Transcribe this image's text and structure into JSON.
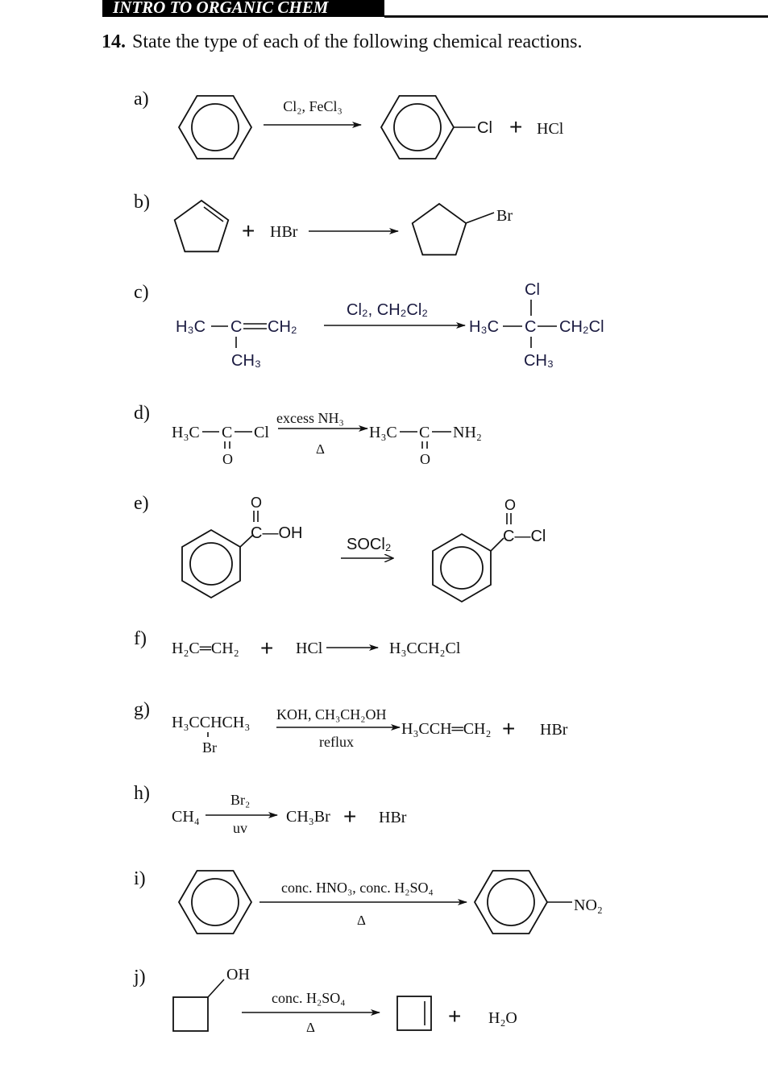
{
  "header": {
    "title": "INTRO TO ORGANIC CHEM"
  },
  "question": {
    "number": "14.",
    "text": "State the type of each of the following chemical reactions."
  },
  "reactions": {
    "a": {
      "label": "a)",
      "reagent": "Cl₂, FeCl₃",
      "product_sub": "Cl",
      "plus": "+",
      "byproduct": "HCl"
    },
    "b": {
      "label": "b)",
      "plus": "+",
      "reactant2": "HBr",
      "product_sub": "Br"
    },
    "c": {
      "label": "c)",
      "r_left": "H₃C",
      "r_c": "C",
      "r_right": "CH₂",
      "r_down": "CH₃",
      "reagent": "Cl₂, CH₂Cl₂",
      "p_left": "H₃C",
      "p_c": "C",
      "p_right": "CH₂Cl",
      "p_up": "Cl",
      "p_down": "CH₃"
    },
    "d": {
      "label": "d)",
      "r_left": "H₃C",
      "r_c": "C",
      "r_right": "Cl",
      "r_o": "O",
      "reagent": "excess NH₃",
      "condition": "Δ",
      "p_left": "H₃C",
      "p_c": "C",
      "p_right": "NH₂",
      "p_o": "O"
    },
    "e": {
      "label": "e)",
      "r_group": "C—OH",
      "r_o": "O",
      "reagent": "SOCl₂",
      "p_group": "C—Cl",
      "p_o": "O"
    },
    "f": {
      "label": "f)",
      "reactant1": "H₂C═CH₂",
      "plus": "+",
      "reactant2": "HCl",
      "product": "H₃CCH₂Cl"
    },
    "g": {
      "label": "g)",
      "reactant": "H₃CCHCH₃",
      "reactant_sub": "Br",
      "reagent": "KOH, CH₃CH₂OH",
      "condition": "reflux",
      "product": "H₃CCH═CH₂",
      "plus": "+",
      "byproduct": "HBr"
    },
    "h": {
      "label": "h)",
      "reactant": "CH₄",
      "reagent": "Br₂",
      "condition": "uv",
      "product": "CH₃Br",
      "plus": "+",
      "byproduct": "HBr"
    },
    "i": {
      "label": "i)",
      "reagent": "conc. HNO₃, conc. H₂SO₄",
      "condition": "Δ",
      "product_sub": "NO₂"
    },
    "j": {
      "label": "j)",
      "reactant_sub": "OH",
      "reagent": "conc. H₂SO₄",
      "condition": "Δ",
      "plus": "+",
      "byproduct": "H₂O"
    }
  }
}
